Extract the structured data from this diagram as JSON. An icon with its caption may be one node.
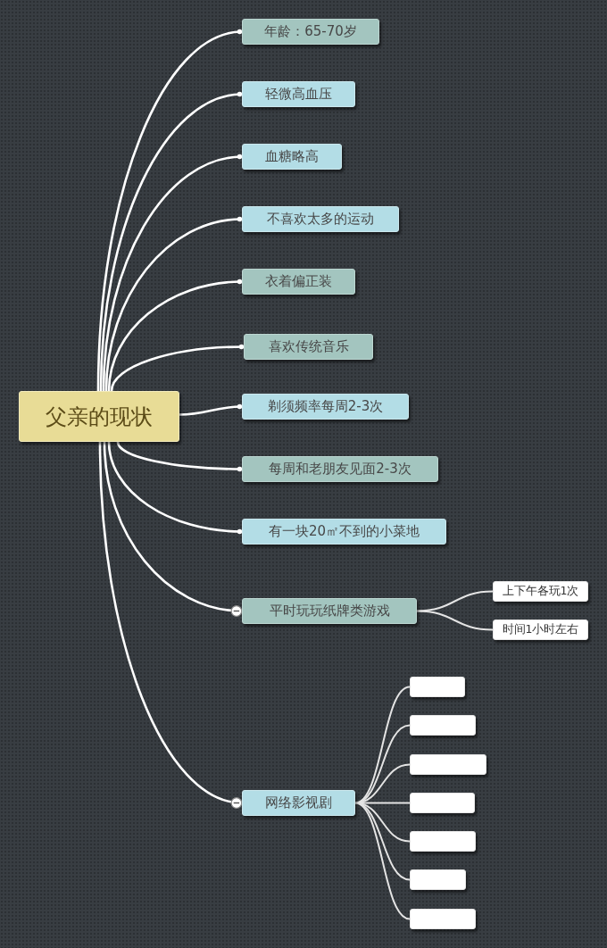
{
  "diagram": {
    "nodes": [
      {
        "text": [
          "父亲的现状"
        ]
      },
      {
        "text": [
          "年龄：65-70岁"
        ]
      },
      {
        "text": [
          "轻微高血压"
        ]
      },
      {
        "text": [
          "血糖略高"
        ]
      },
      {
        "text": [
          "不喜欢太多的运动"
        ]
      },
      {
        "text": [
          "衣着偏正装"
        ]
      },
      {
        "text": [
          "喜欢传统音乐"
        ]
      },
      {
        "text": [
          "剃须频率每周2-3次"
        ]
      },
      {
        "text": [
          "每周和老朋友见面2-3次"
        ]
      },
      {
        "text": [
          "有一块20㎡不到的小菜地"
        ]
      },
      {
        "text": [
          "平时玩玩纸牌类游戏"
        ]
      },
      {
        "text": [
          "上下午各玩1次"
        ]
      },
      {
        "text": [
          "时间1小时左右"
        ]
      },
      {
        "text": [
          "网络影视剧"
        ]
      },
      {
        "text": [],
        "shape": "box"
      },
      {
        "text": [],
        "shape": "box"
      },
      {
        "text": [],
        "shape": "box"
      },
      {
        "text": [],
        "shape": "box"
      },
      {
        "text": [],
        "shape": "box"
      },
      {
        "text": [],
        "shape": "box"
      },
      {
        "text": [],
        "shape": "box"
      }
    ],
    "edges": [
      {
        "from": 0,
        "to": 1,
        "arrow": "other"
      },
      {
        "from": 0,
        "to": 2,
        "arrow": "other"
      },
      {
        "from": 0,
        "to": 3,
        "arrow": "other"
      },
      {
        "from": 0,
        "to": 4,
        "arrow": "other"
      },
      {
        "from": 0,
        "to": 5,
        "arrow": "other"
      },
      {
        "from": 0,
        "to": 6,
        "arrow": "other"
      },
      {
        "from": 0,
        "to": 7,
        "arrow": "other"
      },
      {
        "from": 0,
        "to": 8,
        "arrow": "other"
      },
      {
        "from": 0,
        "to": 9,
        "arrow": "other"
      },
      {
        "from": 0,
        "to": 10,
        "arrow": "other"
      },
      {
        "from": 0,
        "to": 13,
        "arrow": "other"
      },
      {
        "from": 10,
        "to": 11,
        "arrow": "none"
      },
      {
        "from": 10,
        "to": 12,
        "arrow": "none"
      },
      {
        "from": 13,
        "to": 14,
        "arrow": "none"
      },
      {
        "from": 13,
        "to": 15,
        "arrow": "none"
      },
      {
        "from": 13,
        "to": 16,
        "arrow": "none"
      },
      {
        "from": 13,
        "to": 17,
        "arrow": "none"
      },
      {
        "from": 13,
        "to": 18,
        "arrow": "none"
      },
      {
        "from": 13,
        "to": 19,
        "arrow": "none"
      },
      {
        "from": 13,
        "to": 20,
        "arrow": "none"
      }
    ]
  }
}
